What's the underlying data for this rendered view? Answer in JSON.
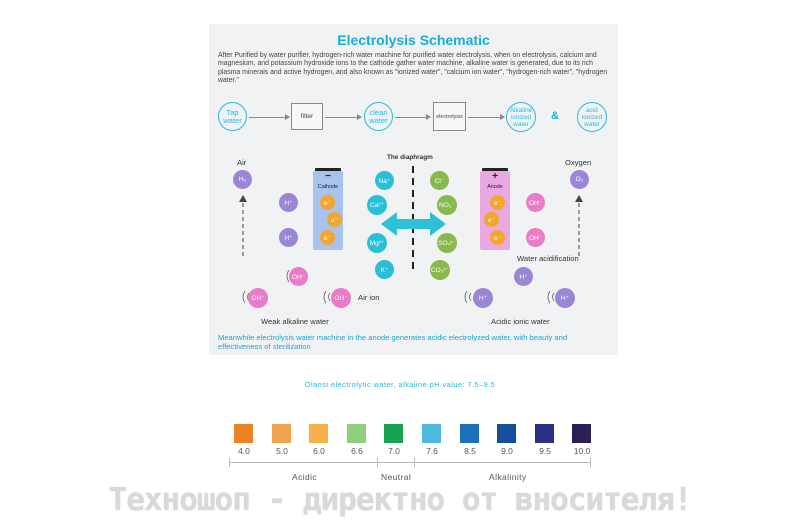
{
  "schematic": {
    "title": "Electrolysis Schematic",
    "intro": "After Purified by water purifier, hydrogen-rich water machine for purified water electrolysis, when on electrolysis, calcium and magnesium, and potassium hydroxide ions to the cathode gather water machine, alkaline water is generated, due to its rich plasma minerals and active hydrogen, and also known as \"ionized water\", \"calcium ion water\", \"hydrogen-rich water\", \"hydrogen water.\"",
    "flow": {
      "tap_water": "Tap water",
      "filter": "filter",
      "clean_water": "clean water",
      "electrolysis": "electrolysis",
      "alkaline": "Alkaline ionized water",
      "amp": "&",
      "acid": "acid ionized water"
    },
    "diaphragm_label": "The diaphragm",
    "air_label": "Air",
    "oxygen_label": "Oxygen",
    "cathode_sign": "−",
    "cathode_label": "Cathode",
    "anode_sign": "+",
    "anode_label": "Anode",
    "water_acidification": "Water acidification",
    "air_ion": "Air ion",
    "weak_alkaline": "Weak alkaline water",
    "acidic_ionic": "Acidic ionic water",
    "bottom_note": "Meanwhile electrolysis water machine in the anode generates acidic electrolyzed water, with beauty and effectiveness of sterilization",
    "ions": {
      "h2": "H₂",
      "o2": "O₂",
      "h_plus": "H⁺",
      "e_minus": "e⁻",
      "oh_minus": "OH⁻",
      "na": "Na⁺",
      "ca": "Ca²⁺",
      "mg": "Mg²⁺",
      "k": "K⁺",
      "cl": "Cl⁻",
      "no3": "NO₃⁻",
      "so4": "SO₄²⁻",
      "co3": "CO₃²⁻"
    }
  },
  "ph_scale": {
    "title": "Olansi electrolytic water, alkaline pH value: 7.5–9.5",
    "values": [
      "4.0",
      "5.0",
      "6.0",
      "6.6",
      "7.0",
      "7.6",
      "8.5",
      "9.0",
      "9.5",
      "10.0"
    ],
    "colors": [
      "#ec8424",
      "#f0a24f",
      "#f5b24a",
      "#8fd07a",
      "#16a450",
      "#4fb8de",
      "#1b72b9",
      "#164f99",
      "#2c2f86",
      "#2b1f55"
    ],
    "acidic": "Acidic",
    "neutral": "Neutral",
    "alkalinity": "Alkalinity"
  },
  "colors": {
    "accent": "#16aed9",
    "h_ion": "#9b86d6",
    "oh_ion": "#e87cc8",
    "cation": "#29bfd6",
    "anion": "#87b94b",
    "electron": "#f3a62c",
    "cathode_plate": "#a9c3ee",
    "anode_plate": "#e9a8e2"
  },
  "watermark": "Техношоп - директно от вносителя!"
}
